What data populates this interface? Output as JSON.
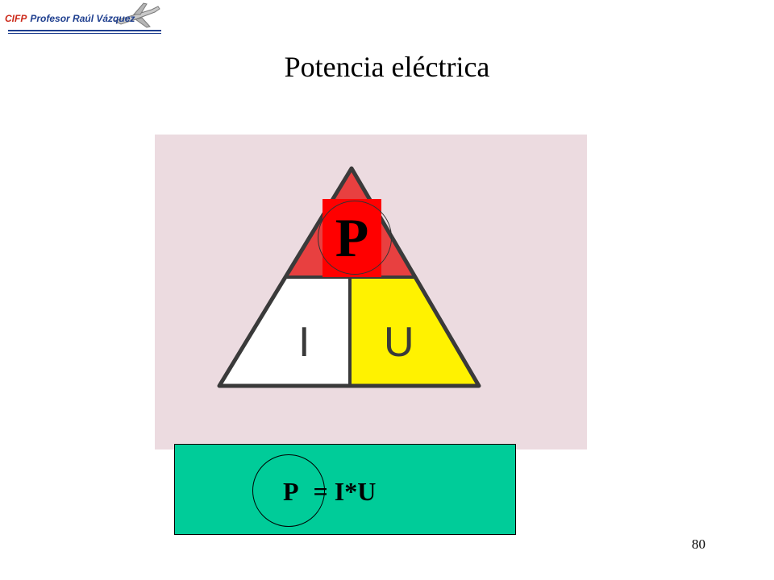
{
  "header": {
    "logo_brand": "CIFP",
    "logo_name": "Profesor Raúl Vázquez"
  },
  "slide": {
    "title": "Potencia eléctrica",
    "page_number": "80"
  },
  "triangle": {
    "top_label": "P",
    "left_label": "I",
    "right_label": "U"
  },
  "formula": {
    "lhs": "P",
    "rhs": "= I*U"
  },
  "colors": {
    "panel_bg": "#ecdbe0",
    "top_section": "#e84040",
    "p_highlight": "#ff0000",
    "left_section": "#ffffff",
    "right_section": "#fff200",
    "formula_bg": "#00cc99"
  }
}
